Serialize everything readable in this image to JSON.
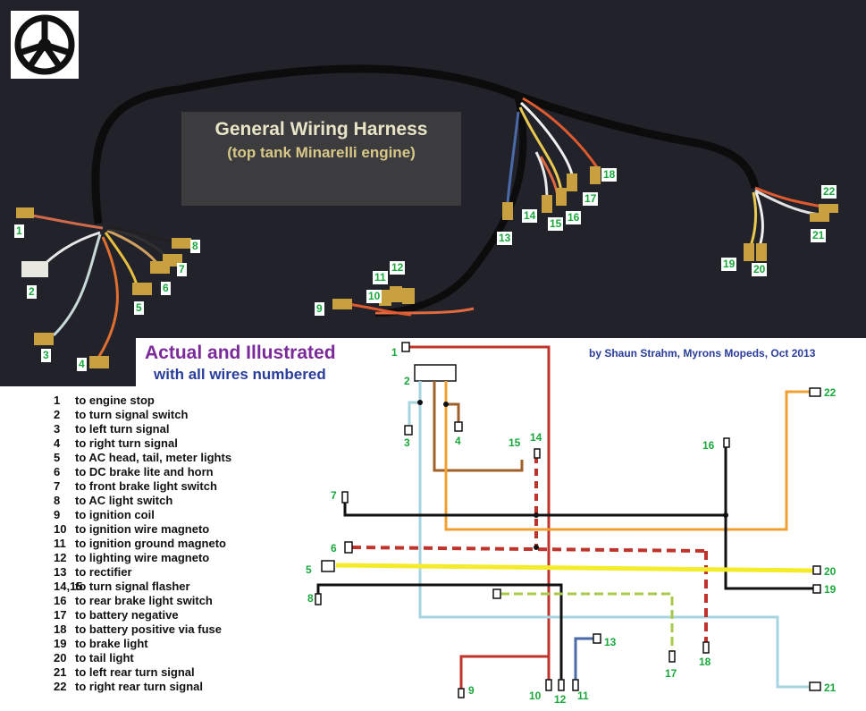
{
  "photo": {
    "title": "General Wiring Harness",
    "subtitle": "(top tank Minarelli engine)",
    "logo_icon": "spoked-wheel-icon"
  },
  "illustration": {
    "heading": "Actual and Illustrated",
    "subheading": "with all wires numbered",
    "byline": "by Shaun Strahm, Myrons Mopeds, Oct 2013"
  },
  "legend": [
    {
      "num": "1",
      "text": "to engine stop"
    },
    {
      "num": "2",
      "text": "to turn signal switch"
    },
    {
      "num": "3",
      "text": "to left turn signal"
    },
    {
      "num": "4",
      "text": "to right turn signal"
    },
    {
      "num": "5",
      "text": "to AC head, tail, meter lights"
    },
    {
      "num": "6",
      "text": "to DC brake lite and horn"
    },
    {
      "num": "7",
      "text": "to front brake light switch"
    },
    {
      "num": "8",
      "text": "to AC light switch"
    },
    {
      "num": "9",
      "text": "to ignition coil"
    },
    {
      "num": "10",
      "text": "to ignition wire magneto"
    },
    {
      "num": "11",
      "text": "to ignition ground magneto"
    },
    {
      "num": "12",
      "text": "to lighting wire magneto"
    },
    {
      "num": "13",
      "text": "to rectifier"
    },
    {
      "num": "14,15",
      "text": "to turn signal flasher"
    },
    {
      "num": "16",
      "text": "to rear brake light switch"
    },
    {
      "num": "17",
      "text": "to battery negative"
    },
    {
      "num": "18",
      "text": "to battery positive via fuse"
    },
    {
      "num": "19",
      "text": "to brake light"
    },
    {
      "num": "20",
      "text": "to tail light"
    },
    {
      "num": "21",
      "text": "to left rear turn signal"
    },
    {
      "num": "22",
      "text": "to right rear turn signal"
    }
  ],
  "photo_labels": [
    "1",
    "2",
    "3",
    "4",
    "5",
    "6",
    "7",
    "8",
    "9",
    "10",
    "11",
    "12",
    "13",
    "14",
    "15",
    "16",
    "17",
    "18",
    "19",
    "20",
    "21",
    "22"
  ],
  "wire_colors": {
    "red": "#c0332b",
    "black": "#111111",
    "light_blue": "#a6d4e0",
    "brown": "#a0602a",
    "orange": "#f0a030",
    "yellow": "#f4ec2a",
    "green_yellow": "#a8c94a",
    "blue": "#4a6aa8",
    "white": "#ffffff"
  }
}
